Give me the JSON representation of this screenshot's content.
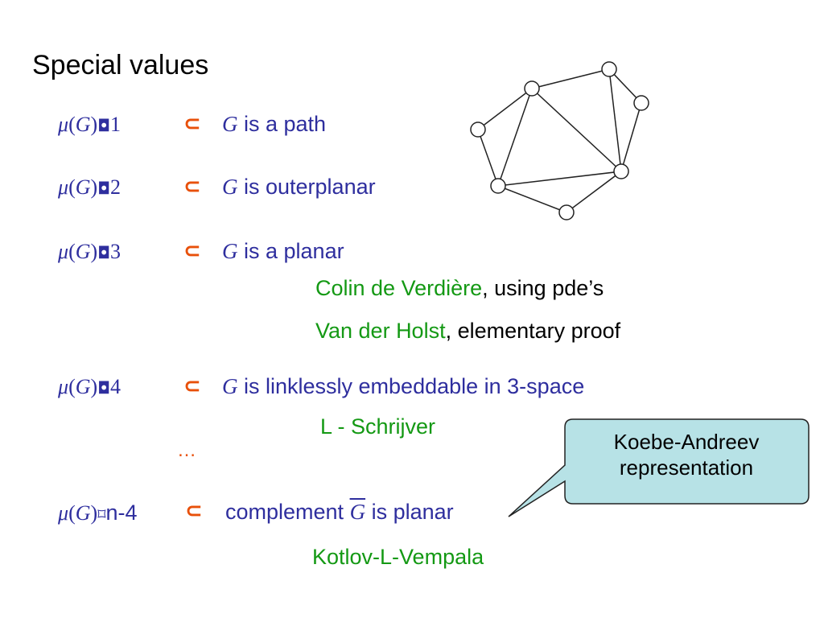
{
  "title": "Special values",
  "mu_prefix": "μ",
  "mu_G": "G",
  "relation_le": "◘",
  "relation_ge": "⌑",
  "arrow": "⊂",
  "rows": [
    {
      "bound": "1",
      "var": "G",
      "statement": " is a path"
    },
    {
      "bound": "2",
      "var": "G",
      "statement": " is outerplanar"
    },
    {
      "bound": "3",
      "var": "G",
      "statement": " is a planar"
    },
    {
      "bound": "4",
      "var": "G",
      "statement": " is linklessly embeddable in 3-space"
    }
  ],
  "last_row": {
    "bound": "n-4",
    "prefix": "complement ",
    "var": "G",
    "suffix": " is planar"
  },
  "citations": [
    {
      "name": "Colin de Verdière",
      "detail": ", using pde’s"
    },
    {
      "name": "Van der Holst",
      "detail": ", elementary proof"
    },
    {
      "name": "L - Schrijver",
      "detail": ""
    },
    {
      "name": "Kotlov-L-Vempala",
      "detail": ""
    }
  ],
  "ellipsis": "…",
  "callout": "Koebe-Andreev representation",
  "colors": {
    "blue": "#2e2e9e",
    "green": "#149914",
    "orange": "#e8500a",
    "callout_fill": "#b7e2e6"
  }
}
